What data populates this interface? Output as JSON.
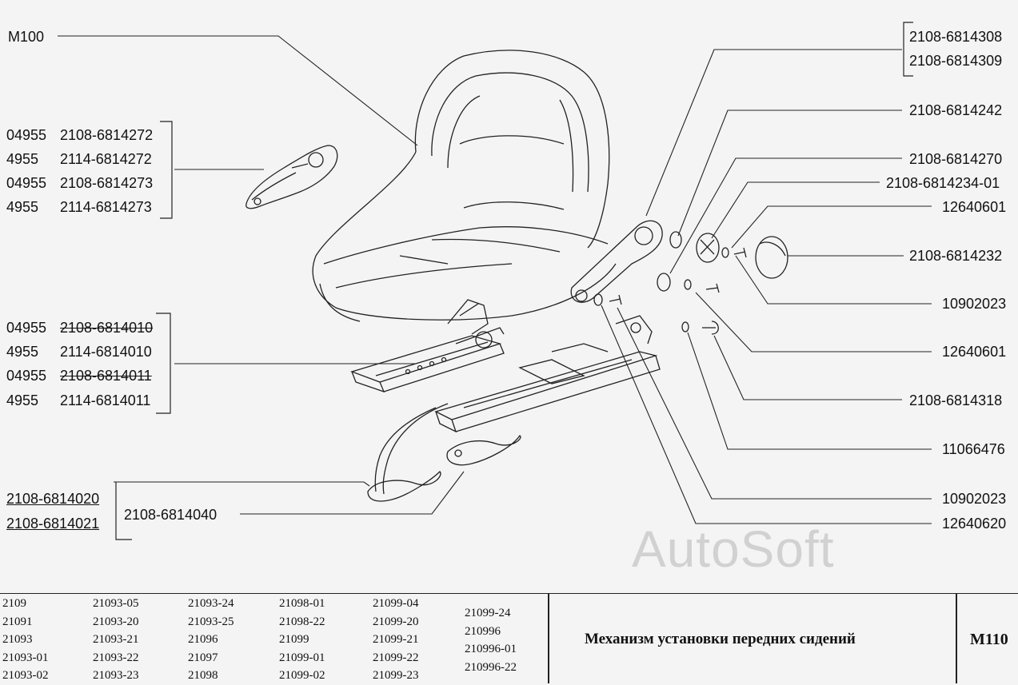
{
  "labels": {
    "m100": "M100",
    "left_top": [
      {
        "prefix": "04955",
        "part": "2108-6814272"
      },
      {
        "prefix": "4955",
        "part": "2114-6814272"
      },
      {
        "prefix": "04955",
        "part": "2108-6814273"
      },
      {
        "prefix": "4955",
        "part": "2114-6814273"
      }
    ],
    "left_mid": [
      {
        "prefix": "04955",
        "part": "2108-6814010"
      },
      {
        "prefix": "4955",
        "part": "2114-6814010"
      },
      {
        "prefix": "04955",
        "part": "2108-6814011"
      },
      {
        "prefix": "4955",
        "part": "2114-6814011"
      }
    ],
    "left_bottom": [
      "2108-6814020",
      "2108-6814021"
    ],
    "left_bottom_single": "2108-6814040",
    "right": [
      "2108-6814308",
      "2108-6814309",
      "2108-6814242",
      "2108-6814270",
      "2108-6814234-01",
      "12640601",
      "2108-6814232",
      "10902023",
      "12640601",
      "2108-6814318",
      "11066476",
      "10902023",
      "12640620"
    ]
  },
  "watermark": "AutoSoft",
  "footer": {
    "models": [
      [
        "2109",
        "21091",
        "21093",
        "21093-01",
        "21093-02"
      ],
      [
        "21093-05",
        "21093-20",
        "21093-21",
        "21093-22",
        "21093-23"
      ],
      [
        "21093-24",
        "21093-25",
        "21096",
        "21097",
        "21098"
      ],
      [
        "21098-01",
        "21098-22",
        "21099",
        "21099-01",
        "21099-02"
      ],
      [
        "21099-04",
        "21099-20",
        "21099-21",
        "21099-22",
        "21099-23"
      ],
      [
        "21099-24",
        "210996",
        "210996-01",
        "210996-22"
      ]
    ],
    "title": "Механизм установки передних сидений",
    "code": "M110"
  }
}
